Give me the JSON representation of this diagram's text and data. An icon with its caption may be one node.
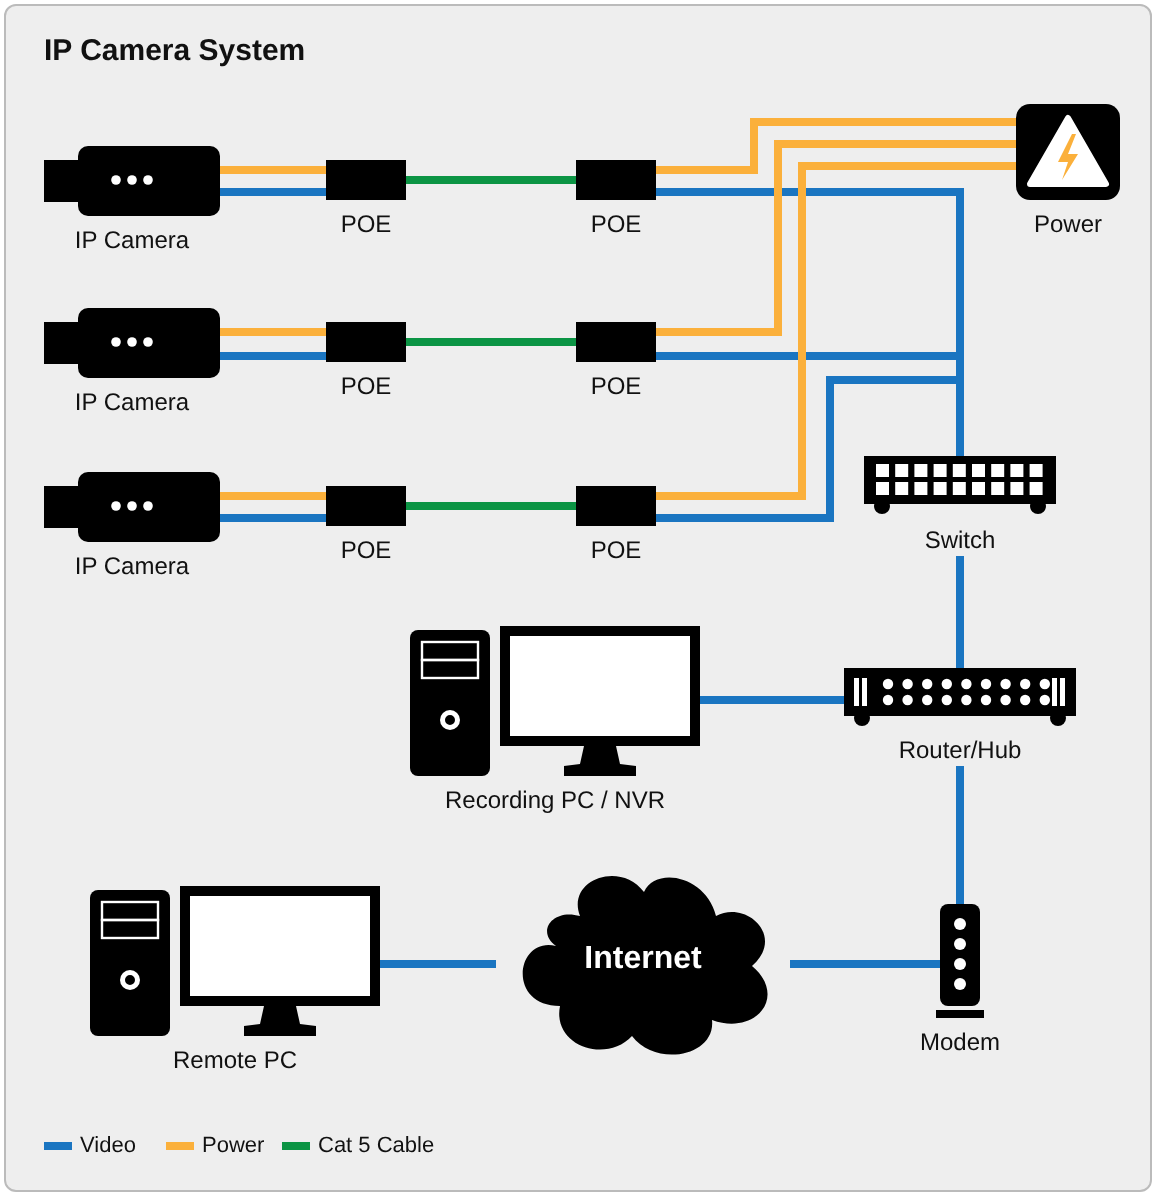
{
  "diagram": {
    "title": "IP Camera System",
    "nodes": [
      {
        "text": [
          "IP Camera"
        ]
      },
      {
        "text": [
          "POE"
        ]
      },
      {
        "text": [
          "POE"
        ]
      },
      {
        "text": [
          "Power"
        ]
      },
      {
        "text": [
          "IP Camera"
        ]
      },
      {
        "text": [
          "POE"
        ]
      },
      {
        "text": [
          "POE"
        ]
      },
      {
        "text": [
          "IP Camera"
        ]
      },
      {
        "text": [
          "POE"
        ]
      },
      {
        "text": [
          "POE"
        ]
      },
      {
        "text": [
          "Switch"
        ]
      },
      {
        "text": [
          "Recording PC / NVR"
        ]
      },
      {
        "text": [
          "Router/Hub"
        ]
      },
      {
        "text": [
          "Remote PC"
        ]
      },
      {
        "text": [
          "Internet"
        ]
      },
      {
        "text": [
          "Modem"
        ]
      }
    ],
    "edges": [
      {
        "from": 0,
        "to": 1,
        "arrow": "none",
        "color": "#fbb03b"
      },
      {
        "from": 0,
        "to": 1,
        "arrow": "none"
      },
      {
        "from": 1,
        "to": 2,
        "arrow": "none",
        "color": "#0b9444"
      },
      {
        "from": 2,
        "to": 3,
        "arrow": "none",
        "color": "#fbb03b"
      },
      {
        "from": 2,
        "to": 10,
        "arrow": "none"
      },
      {
        "from": 4,
        "to": 5,
        "arrow": "none",
        "color": "#fbb03b"
      },
      {
        "from": 4,
        "to": 5,
        "arrow": "none"
      },
      {
        "from": 5,
        "to": 6,
        "arrow": "none",
        "color": "#0b9444"
      },
      {
        "from": 6,
        "to": 3,
        "arrow": "none",
        "color": "#fbb03b"
      },
      {
        "from": 6,
        "to": 10,
        "arrow": "none"
      },
      {
        "from": 7,
        "to": 8,
        "arrow": "none",
        "color": "#fbb03b"
      },
      {
        "from": 7,
        "to": 8,
        "arrow": "none"
      },
      {
        "from": 8,
        "to": 9,
        "arrow": "none",
        "color": "#0b9444"
      },
      {
        "from": 9,
        "to": 3,
        "arrow": "none",
        "color": "#fbb03b"
      },
      {
        "from": 9,
        "to": 10,
        "arrow": "none"
      },
      {
        "from": 10,
        "to": 12,
        "arrow": "none"
      },
      {
        "from": 11,
        "to": 12,
        "arrow": "none"
      },
      {
        "from": 12,
        "to": 15,
        "arrow": "none"
      },
      {
        "from": 13,
        "to": 14,
        "arrow": "none"
      },
      {
        "from": 14,
        "to": 15,
        "arrow": "none"
      }
    ],
    "legend": [
      {
        "text": "Video",
        "color": "#1a75c1"
      },
      {
        "text": "Power",
        "color": "#fbb03b"
      },
      {
        "text": "Cat 5 Cable",
        "color": "#0b9444"
      }
    ]
  }
}
